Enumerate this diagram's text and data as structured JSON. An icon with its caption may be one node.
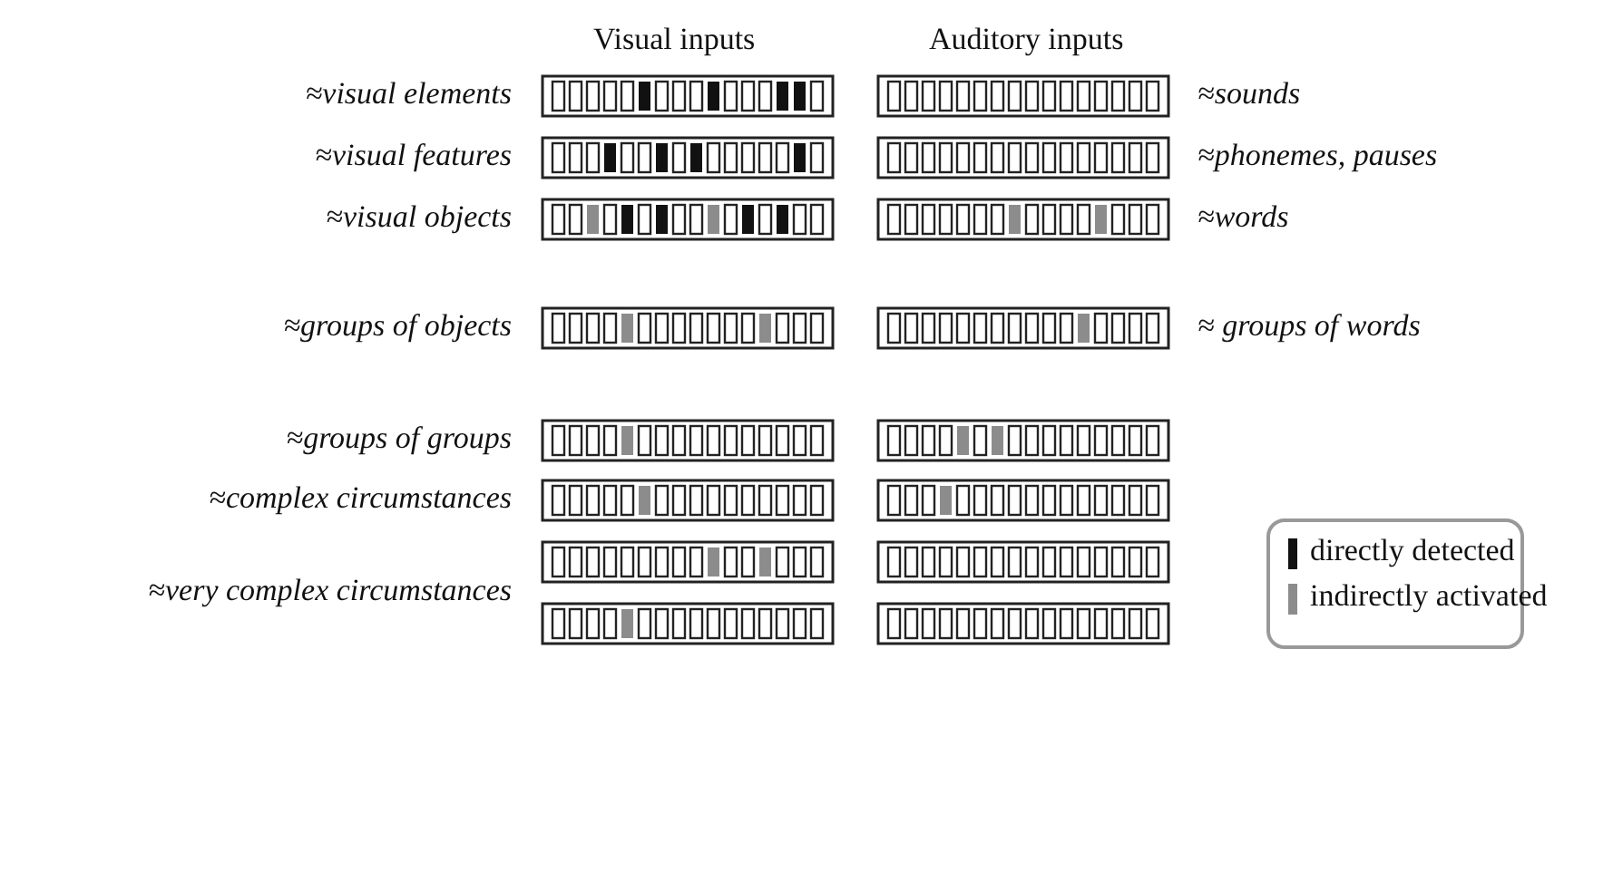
{
  "diagram": {
    "labels": [
      "Visual inputs",
      "Auditory inputs",
      "≈visual elements",
      "≈sounds",
      "≈visual features",
      "≈phonemes, pauses",
      "≈visual objects",
      "≈words",
      "≈groups of objects",
      "≈ groups of words",
      "≈groups of groups",
      "≈complex circumstances",
      "≈very complex circumstances"
    ],
    "legend": [
      {
        "text": "directly detected",
        "color": "#111111"
      },
      {
        "text": "indirectly activated",
        "color": "#8c8c8c"
      }
    ]
  }
}
